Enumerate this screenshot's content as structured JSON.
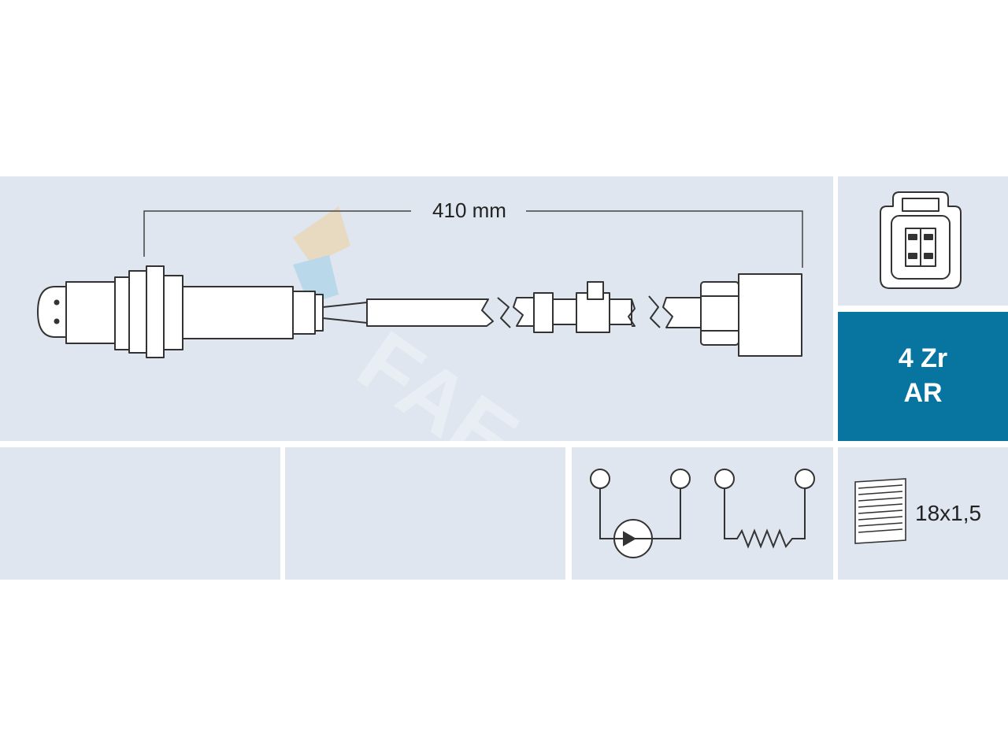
{
  "dimension": {
    "length_label": "410 mm"
  },
  "sensor_spec": {
    "line1": "4 Zr",
    "line2": "AR"
  },
  "thread": {
    "label": "18x1,5"
  },
  "colors": {
    "panel": "#dfe6ef",
    "spec_panel": "#0874a0",
    "stroke": "#333333"
  },
  "icons": [
    "oxygen-sensor-drawing",
    "connector-icon",
    "sensor-element-symbol",
    "heater-resistor-symbol",
    "thread-icon",
    "fae-watermark-logo"
  ]
}
